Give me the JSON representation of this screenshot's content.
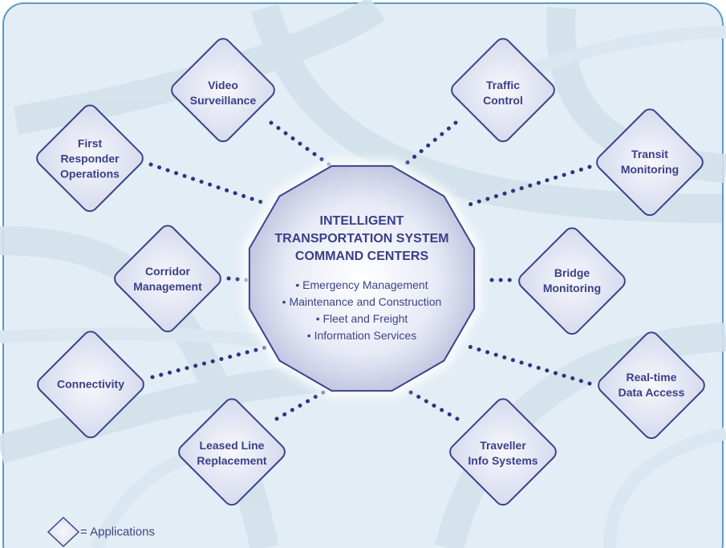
{
  "hub": {
    "title": "INTELLIGENT\nTRANSPORTATION SYSTEM\nCOMMAND CENTERS",
    "items": [
      "• Emergency Management",
      "• Maintenance and Construction",
      "• Fleet and Freight",
      "• Information Services"
    ]
  },
  "nodes": [
    {
      "id": "video-surveillance",
      "label": "Video\nSurveillance"
    },
    {
      "id": "traffic-control",
      "label": "Traffic\nControl"
    },
    {
      "id": "first-responder-operations",
      "label": "First\nResponder\nOperations"
    },
    {
      "id": "transit-monitoring",
      "label": "Transit\nMonitoring"
    },
    {
      "id": "corridor-management",
      "label": "Corridor\nManagement"
    },
    {
      "id": "bridge-monitoring",
      "label": "Bridge\nMonitoring"
    },
    {
      "id": "connectivity",
      "label": "Connectivity"
    },
    {
      "id": "real-time-data-access",
      "label": "Real-time\nData Access"
    },
    {
      "id": "leased-line-replacement",
      "label": "Leased Line\nReplacement"
    },
    {
      "id": "traveller-info-systems",
      "label": "Traveller\nInfo Systems"
    }
  ],
  "legend": {
    "label": "= Applications"
  },
  "colors": {
    "frame": "#5b9bc8",
    "background": "#e3edf5",
    "diamond_fill": "#e9ecf7",
    "diamond_stroke": "#3d4389",
    "text": "#3a3f86",
    "dots": "#2f3580"
  }
}
